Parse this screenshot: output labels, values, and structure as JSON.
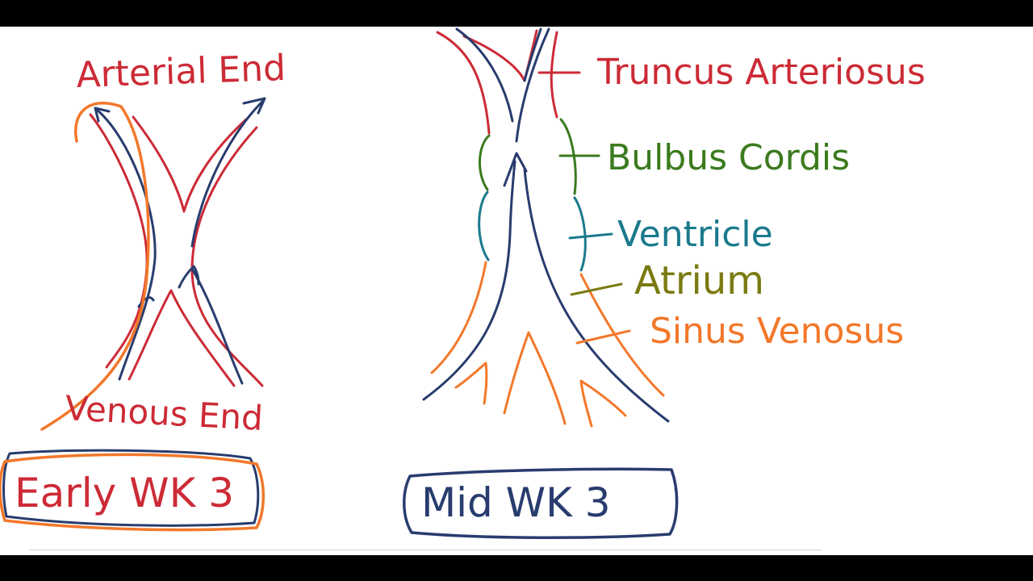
{
  "colors": {
    "red": "#cc2b36",
    "navy": "#283c6e",
    "orange": "#f2782a",
    "green": "#3b7a1e",
    "teal": "#1b7a8c",
    "olive": "#7a7a12"
  },
  "early": {
    "arterial_label": "Arterial End",
    "venous_label": "Venous End",
    "stage_label": "Early WK 3"
  },
  "mid": {
    "stage_label": "Mid WK 3",
    "regions": [
      {
        "label": "Truncus Arteriosus",
        "color": "#cc2b36"
      },
      {
        "label": "Bulbus Cordis",
        "color": "#3b7a1e"
      },
      {
        "label": "Ventricle",
        "color": "#1b7a8c"
      },
      {
        "label": "Atrium",
        "color": "#7a7a12"
      },
      {
        "label": "Sinus Venosus",
        "color": "#f2782a"
      }
    ]
  }
}
